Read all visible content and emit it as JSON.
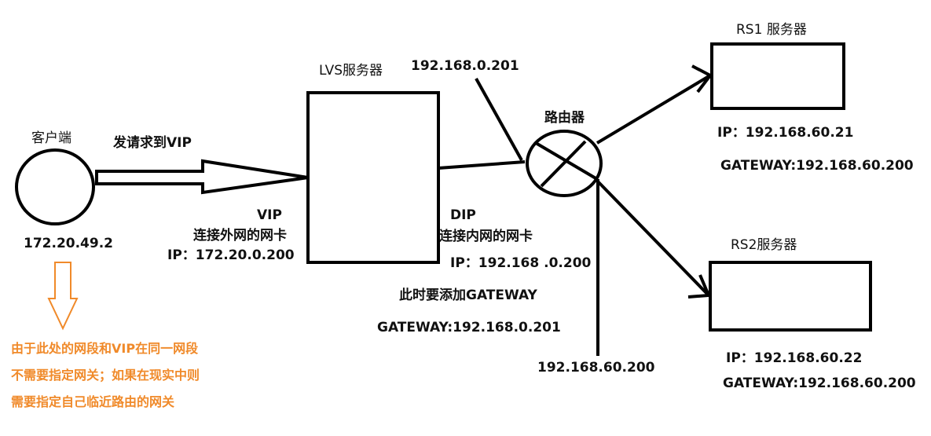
{
  "client": {
    "title": "客户端",
    "ip": "172.20.49.2"
  },
  "request": {
    "label": "发请求到VIP"
  },
  "lvs": {
    "title": "LVS服务器",
    "vip_title": "VIP",
    "vip_desc": "连接外网的网卡",
    "vip_ip": "IP：172.20.0.200",
    "dip_title": "DIP",
    "dip_desc": "连接内网的网卡",
    "dip_ip": "IP：192.168 .0.200",
    "gateway_note": "此时要添加GATEWAY",
    "gateway": "GATEWAY:192.168.0.201"
  },
  "router": {
    "title": "路由器",
    "ip_top": "192.168.0.201",
    "ip_bottom": "192.168.60.200"
  },
  "rs1": {
    "title": "RS1 服务器",
    "ip": "IP：192.168.60.21",
    "gateway": "GATEWAY:192.168.60.200"
  },
  "rs2": {
    "title": "RS2服务器",
    "ip": "IP：192.168.60.22",
    "gateway": "GATEWAY:192.168.60.200"
  },
  "note": {
    "lines": [
      "由于此处的网段和VIP在同一网段",
      "不需要指定网关；如果在现实中则",
      "需要指定自己临近路由的网关"
    ],
    "color": "#f08a2a"
  }
}
